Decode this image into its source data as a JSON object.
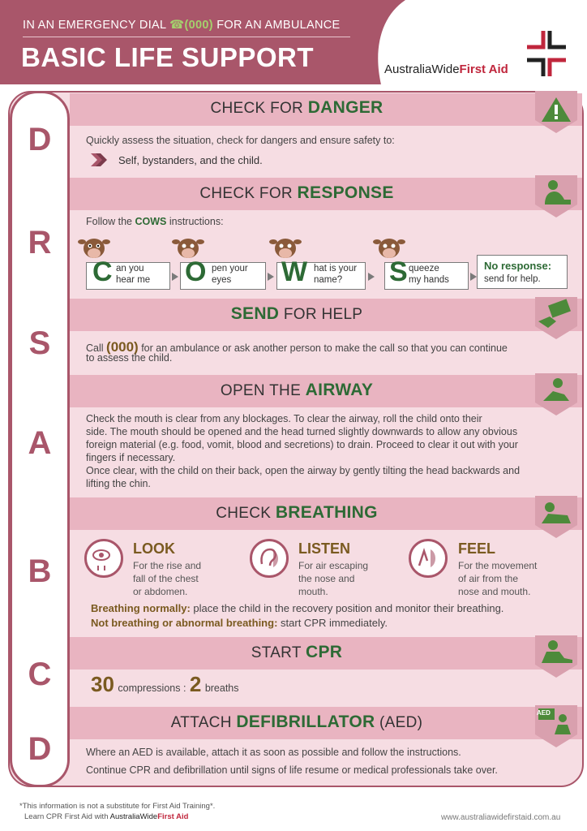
{
  "header": {
    "emergency_prefix": "IN AN EMERGENCY DIAL",
    "emergency_number": "(000)",
    "emergency_suffix": "FOR AN AMBULANCE",
    "title": "BASIC LIFE SUPPORT",
    "brand_part1": "AustraliaWide",
    "brand_part2": "First Aid"
  },
  "letters": [
    "D",
    "R",
    "S",
    "A",
    "B",
    "C",
    "D"
  ],
  "danger": {
    "title_prefix": "CHECK FOR",
    "title_bold": "DANGER",
    "text": "Quickly assess the situation, check for dangers and ensure safety to:",
    "bullet": "Self, bystanders, and the child."
  },
  "response": {
    "title_prefix": "CHECK FOR",
    "title_bold": "RESPONSE",
    "intro_prefix": "Follow the",
    "intro_bold": "COWS",
    "intro_suffix": "instructions:",
    "steps": [
      {
        "letter": "C",
        "text1": "an you",
        "text2": "hear me"
      },
      {
        "letter": "O",
        "text1": "pen your",
        "text2": "eyes"
      },
      {
        "letter": "W",
        "text1": "hat is your",
        "text2": "name?"
      },
      {
        "letter": "S",
        "text1": "queeze",
        "text2": "my hands"
      }
    ],
    "no_response_title": "No response:",
    "no_response_text": "send for help."
  },
  "send": {
    "title_bold": "SEND",
    "title_suffix": "FOR HELP",
    "text_prefix": "Call",
    "number": "(000)",
    "text_line1": "for an ambulance or ask another person to make the call so that you can continue",
    "text_line2": "to assess the child."
  },
  "airway": {
    "title_prefix": "OPEN THE",
    "title_bold": "AIRWAY",
    "lines": [
      "Check the mouth is clear from any blockages. To clear the airway, roll the child onto their",
      "side. The mouth should be opened and the head turned slightly downwards to allow any obvious",
      "foreign material (e.g. food, vomit, blood and secretions) to drain. Proceed to clear it out with your",
      "fingers if necessary.",
      "Once clear, with the child on their back, open the airway by gently tilting the head backwards and",
      "lifting the chin."
    ]
  },
  "breathing": {
    "title_prefix": "CHECK",
    "title_bold": "BREATHING",
    "items": [
      {
        "head": "LOOK",
        "l1": "For the rise and",
        "l2": "fall of the chest",
        "l3": "or abdomen."
      },
      {
        "head": "LISTEN",
        "l1": "For air escaping",
        "l2": "the nose and",
        "l3": "mouth."
      },
      {
        "head": "FEEL",
        "l1": "For the movement",
        "l2": "of air from the",
        "l3": "nose and mouth."
      }
    ],
    "normal_bold": "Breathing normally:",
    "normal_text": "place the child in the recovery position and monitor their breathing.",
    "abnormal_bold": "Not breathing or abnormal breathing:",
    "abnormal_text": "start CPR immediately."
  },
  "cpr": {
    "title_prefix": "START",
    "title_bold": "CPR",
    "compressions": "30",
    "compressions_label": "compressions :",
    "breaths": "2",
    "breaths_label": "breaths"
  },
  "defib": {
    "title_prefix": "ATTACH",
    "title_bold": "DEFIBRILLATOR",
    "title_suffix": "(AED)",
    "aed_label": "AED",
    "line1": "Where an AED is available, attach it as soon as possible and follow the instructions.",
    "line2": "Continue CPR and defibrillation until signs of life resume or medical professionals take over."
  },
  "footer": {
    "note": "*This information is not a substitute for First Aid Training*.",
    "learn": "Learn CPR First Aid with",
    "brand_part1": "AustraliaWide",
    "brand_part2": "First Aid",
    "url": "www.australiawidefirstaid.com.au"
  },
  "colors": {
    "maroon": "#a9566a",
    "pink_band": "#e9b4c1",
    "pink_bg": "#f6dde3",
    "green": "#2d6a35",
    "brand_red": "#c0263c"
  },
  "icons": {
    "danger": "warning-triangle-icon",
    "response": "person-kneeling-icon",
    "send": "phone-money-icon",
    "airway": "airway-tilt-icon",
    "breathing": "breathing-check-icon",
    "cpr": "cpr-compression-icon",
    "defib": "aed-icon"
  }
}
